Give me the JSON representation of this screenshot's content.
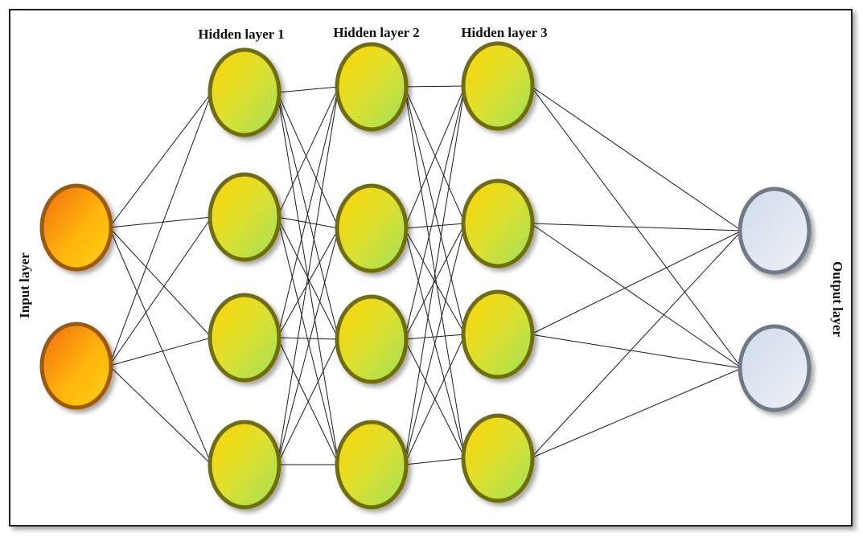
{
  "labels": {
    "input_layer": "Input layer",
    "hidden_1": "Hidden layer 1",
    "hidden_2": "Hidden layer 2",
    "hidden_3": "Hidden layer 3",
    "output_layer": "Output layer"
  },
  "network": {
    "layers": [
      {
        "id": "input",
        "nodes": 2,
        "color": "#f08a10"
      },
      {
        "id": "hidden-1",
        "nodes": 4,
        "color": "#c8d820"
      },
      {
        "id": "hidden-2",
        "nodes": 4,
        "color": "#c8d820"
      },
      {
        "id": "hidden-3",
        "nodes": 4,
        "color": "#c8d820"
      },
      {
        "id": "output",
        "nodes": 2,
        "color": "#d8e2ee"
      }
    ],
    "connection": "fully-connected"
  }
}
